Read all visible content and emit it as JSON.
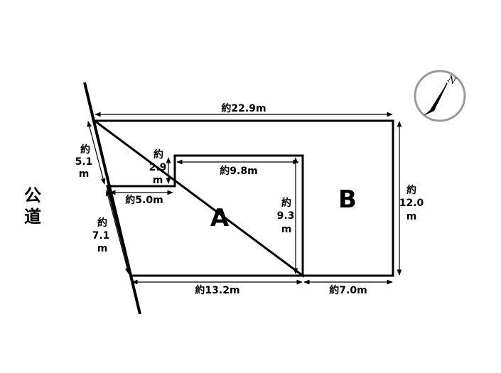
{
  "road": {
    "label_top": "公",
    "label_bottom": "道"
  },
  "compass": {
    "north_label": "N",
    "icon": "compass-north-icon"
  },
  "lots": {
    "a": "A",
    "b": "B"
  },
  "dimensions": {
    "top_total": "約22.9m",
    "left_upper": {
      "l1": "約",
      "l2": "5.1",
      "l3": "m"
    },
    "left_lower": {
      "l1": "約",
      "l2": "7.1",
      "l3": "m"
    },
    "notch_height": {
      "l1": "約",
      "l2": "2.9",
      "l3": "m"
    },
    "notch_width": "約5.0m",
    "a_top": "約9.8m",
    "a_inner_height": {
      "l1": "約",
      "l2": "9.3",
      "l3": "m"
    },
    "right_height": {
      "l1": "約",
      "l2": "12.0",
      "l3": "m"
    },
    "bottom_a": "約13.2m",
    "bottom_b": "約7.0m"
  },
  "colors": {
    "line": "#000000",
    "background": "#ffffff",
    "compass_ring": "#9a9a9a"
  }
}
